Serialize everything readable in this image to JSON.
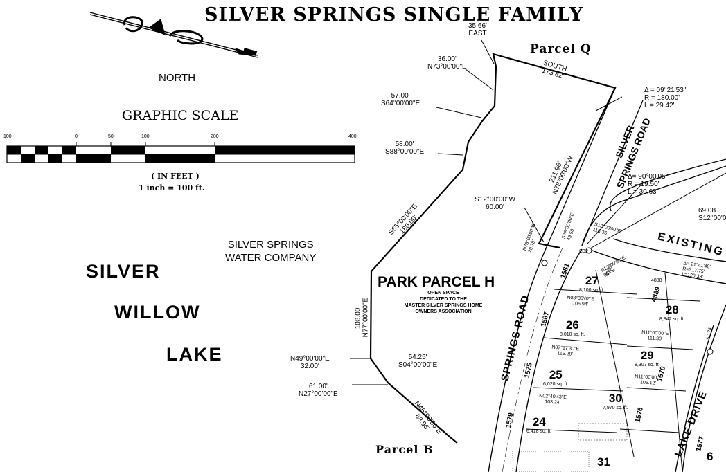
{
  "title": "SILVER SPRINGS SINGLE FAMILY",
  "north_label": "NORTH",
  "scale": {
    "title": "GRAPHIC SCALE",
    "ticks": [
      "100",
      "0",
      "50",
      "100",
      "200",
      "400"
    ],
    "unit": "( IN FEET )",
    "ratio": "1 inch = 100 ft."
  },
  "water_company": [
    "SILVER SPRINGS",
    "WATER COMPANY"
  ],
  "lake": [
    "SILVER",
    "WILLOW",
    "LAKE"
  ],
  "parcels": {
    "q": "Parcel Q",
    "b": "Parcel B",
    "park": "PARK PARCEL H",
    "park_note": [
      "OPEN SPACE",
      "DEDICATED TO THE",
      "MASTER SILVER SPRINGS HOME",
      "OWNERS ASSOCIATION"
    ]
  },
  "roads": {
    "silver_springs_road_upper": [
      "SILVER",
      "SPRINGS ROAD"
    ],
    "springs_road_lower": "SPRINGS ROAD",
    "existing": "EXISTING",
    "lake_drive": "LAKE DRIVE"
  },
  "boundary_calls": [
    [
      "35.66'",
      "EAST"
    ],
    [
      "36.00'",
      "N73°00'00\"E"
    ],
    [
      "57.00'",
      "S64°00'00\"E"
    ],
    [
      "58.00'",
      "S88°00'00\"E"
    ],
    [
      "54.25'",
      "S04°00'00\"E"
    ],
    [
      "N49°00'00\"E",
      "32.00'"
    ],
    [
      "61.00'",
      "N27°00'00\"E"
    ],
    [
      "S12°00'00\"W",
      "60.00'"
    ],
    [
      "SOUTH",
      "173.82'"
    ]
  ],
  "rotated_calls": {
    "s65": [
      "S65°00'00\"E",
      "186.00'"
    ],
    "n77": [
      "108.00'",
      "N77°00'00\"E"
    ],
    "n78": [
      "211.96'",
      "N78°00'00\"W"
    ],
    "n46": [
      "N46°00'00\"E",
      "68.96'"
    ]
  },
  "curves": [
    [
      "Δ = 09°21'53\"",
      "R = 180.00'",
      "L = 29.42'"
    ],
    [
      "Δ= 90°00'05\"",
      "R = 19.50'",
      "L = 30.63'"
    ]
  ],
  "right_edge": [
    "69.08",
    "S12°00'0"
  ],
  "small_text": [
    "C32",
    "S12°00'00\"E",
    "118.36'",
    "N78°00'00\"W",
    "29.78'",
    "S78°00'00\"E",
    "49.50'",
    "Δ= 21°41'48\"",
    "R=317.75'",
    "L=120.33'",
    "S12°00'00\"E",
    "85.08'"
  ],
  "lots": [
    {
      "num": "27",
      "addr": "1581",
      "area": "8,100 sq. ft."
    },
    {
      "num": "28",
      "addr": "4889",
      "area": "8,842 sq. ft."
    },
    {
      "num": "26",
      "addr": "1587",
      "area": "8,010 sq. ft."
    },
    {
      "num": "29",
      "addr": "1570",
      "area": "8,307 sq. ft."
    },
    {
      "num": "25",
      "addr": "1575",
      "area": "6,020 sq. ft."
    },
    {
      "num": "30",
      "addr": "1576",
      "area": "7,970 sq. ft."
    },
    {
      "num": "24",
      "addr": "1579",
      "area": "6,418 sq. ft."
    },
    {
      "num": "31",
      "addr": "",
      "area": ""
    },
    {
      "num": "6",
      "addr": "1577",
      "area": ""
    }
  ],
  "lot_bearings": [
    "N08°36'07\"E",
    "106.94'",
    "N07°17'30\"E",
    "115.29'",
    "N02°40'43\"E",
    "103.24'",
    "N11°00'00\"E",
    "111.30'",
    "N11°00'00\"E",
    "105.12'",
    "4886",
    "4888",
    "5.174"
  ]
}
